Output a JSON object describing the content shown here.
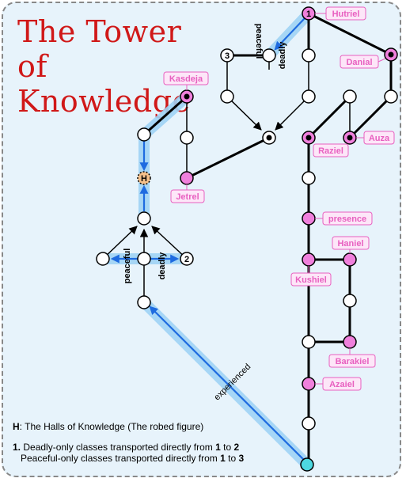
{
  "title_line1": "The Tower of",
  "title_line2": "Knowledge",
  "colors": {
    "background": "#e7f3fb",
    "path_glow": "#9fd3f5",
    "path_line": "#1e6be0",
    "pink_node": "#f080dc",
    "label_text": "#e860c0",
    "label_fill": "#fde6f8",
    "title": "#d01818",
    "start_node": "#4dd8e0",
    "halls_node": "#f5c08a"
  },
  "nodes": {
    "hutriel": "Hutriel",
    "danial": "Danial",
    "kasdeja": "Kasdeja",
    "jetrel": "Jetrel",
    "raziel": "Raziel",
    "auza": "Auza",
    "presence": "presence",
    "haniel": "Haniel",
    "kushiel": "Kushiel",
    "barakiel": "Barakiel",
    "azaiel": "Azaiel"
  },
  "markers": {
    "one": "1",
    "two": "2",
    "three": "3",
    "halls": "H"
  },
  "edge_labels": {
    "peaceful_top": "peaceful",
    "deadly_top": "deadly",
    "peaceful_bottom": "peaceful",
    "deadly_bottom": "deadly",
    "experienced": "experienced"
  },
  "legend": {
    "halls_key": "H",
    "halls_text": ": The Halls of Knowledge (The robed figure)",
    "note_num": "1.",
    "note1_a": " Deadly-only classes transported directly from ",
    "note1_b": "1",
    "note1_c": " to ",
    "note1_d": "2",
    "note2_a": "Peaceful-only classes transported directly from ",
    "note2_b": "1",
    "note2_c": " to ",
    "note2_d": "3"
  }
}
